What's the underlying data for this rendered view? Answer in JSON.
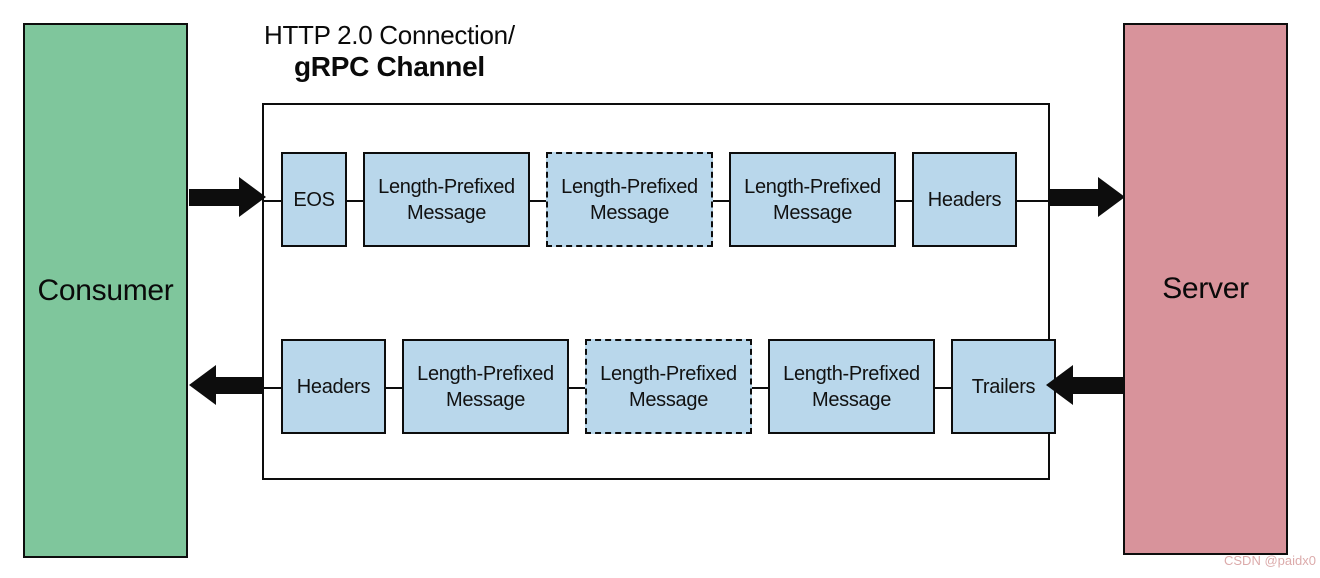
{
  "diagram": {
    "title_line1": "HTTP 2.0 Connection/",
    "title_line2": "gRPC Channel",
    "consumer_label": "Consumer",
    "server_label": "Server",
    "request_stream": [
      {
        "label": "EOS",
        "style": "solid"
      },
      {
        "label": "Length-Prefixed Message",
        "style": "solid"
      },
      {
        "label": "Length-Prefixed Message",
        "style": "dashed"
      },
      {
        "label": "Length-Prefixed Message",
        "style": "solid"
      },
      {
        "label": "Headers",
        "style": "solid"
      }
    ],
    "response_stream": [
      {
        "label": "Headers",
        "style": "solid"
      },
      {
        "label": "Length-Prefixed Message",
        "style": "solid"
      },
      {
        "label": "Length-Prefixed Message",
        "style": "dashed"
      },
      {
        "label": "Length-Prefixed Message",
        "style": "solid"
      },
      {
        "label": "Trailers",
        "style": "solid"
      }
    ],
    "colors": {
      "consumer_fill": "#7fc69c",
      "server_fill": "#d8939b",
      "message_fill": "#b9d7eb",
      "border": "#0d0d0d",
      "watermark": "#dcabab"
    },
    "watermark": "CSDN @paidx0"
  }
}
